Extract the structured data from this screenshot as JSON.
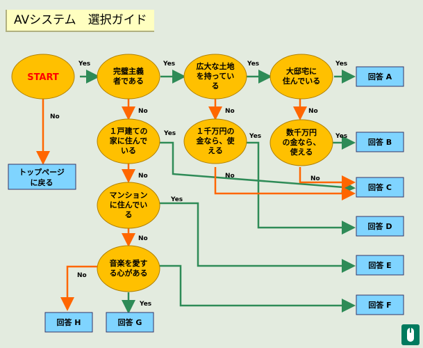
{
  "title": "AVシステム　選択ガイド",
  "nodes": {
    "start": "START",
    "q1": [
      "完璧主義",
      "者である"
    ],
    "q2": [
      "広大な土地",
      "を持ってい",
      "る"
    ],
    "q3": [
      "大邸宅に",
      "住んでいる"
    ],
    "q4": [
      "１戸建ての",
      "家に住んで",
      "いる"
    ],
    "q5": [
      "１千万円の",
      "金なら、使",
      "える"
    ],
    "q6": [
      "数千万円",
      "の金なら、",
      "使える"
    ],
    "q7": [
      "マンション",
      "に住んでい",
      "る"
    ],
    "q8": [
      "音楽を愛す",
      "る心がある"
    ],
    "top": [
      "トップページ",
      "に戻る"
    ]
  },
  "answers": {
    "A": "回答 A",
    "B": "回答 B",
    "C": "回答 C",
    "D": "回答 D",
    "E": "回答 E",
    "F": "回答 F",
    "G": "回答 G",
    "H": "回答 H"
  },
  "labels": {
    "yes": "Yes",
    "no": "No"
  },
  "colors": {
    "yes_edge": "#2e8b57",
    "no_edge": "#ff6600",
    "node_fill": "#ffc000",
    "answer_fill": "#7fd4ff",
    "background": "#e3ebdf",
    "title_bg": "#ffffc0"
  },
  "icons": {
    "mouse": "mouse-icon"
  }
}
